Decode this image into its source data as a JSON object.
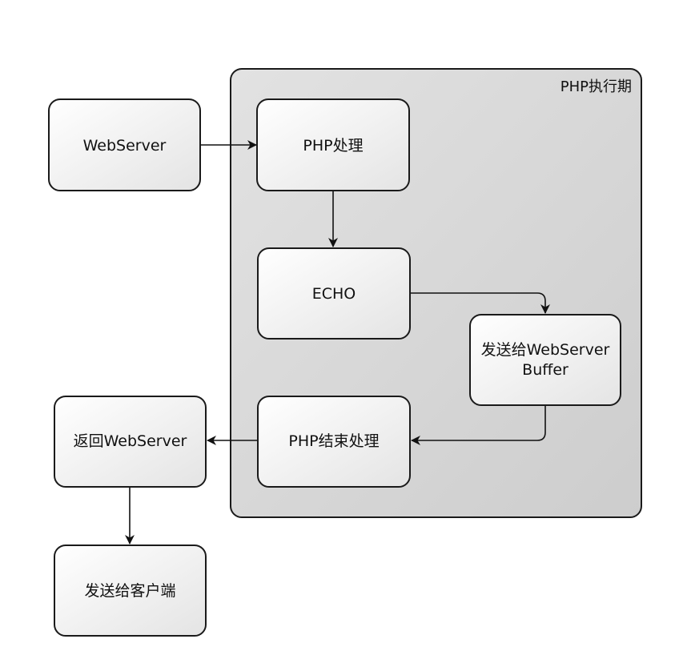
{
  "diagram": {
    "region": {
      "label": "PHP执行期"
    },
    "nodes": {
      "webserver": {
        "label": "WebServer"
      },
      "php_process": {
        "label": "PHP处理"
      },
      "echo": {
        "label": "ECHO"
      },
      "send_buffer": {
        "label_line1": "发送给WebServer",
        "label_line2": "Buffer"
      },
      "php_end": {
        "label": "PHP结束处理"
      },
      "return_webserver": {
        "label": "返回WebServer"
      },
      "send_client": {
        "label": "发送给客户端"
      }
    },
    "edges": [
      {
        "from": "webserver",
        "to": "php_process"
      },
      {
        "from": "php_process",
        "to": "echo"
      },
      {
        "from": "echo",
        "to": "send_buffer"
      },
      {
        "from": "send_buffer",
        "to": "php_end"
      },
      {
        "from": "php_end",
        "to": "return_webserver"
      },
      {
        "from": "return_webserver",
        "to": "send_client"
      }
    ],
    "colors": {
      "region_fill_top": "#e2e2e2",
      "region_fill_bottom": "#cdcdcd",
      "box_fill_top": "#ffffff",
      "box_fill_bottom": "#e6e6e6",
      "stroke": "#1a1a1a"
    }
  }
}
